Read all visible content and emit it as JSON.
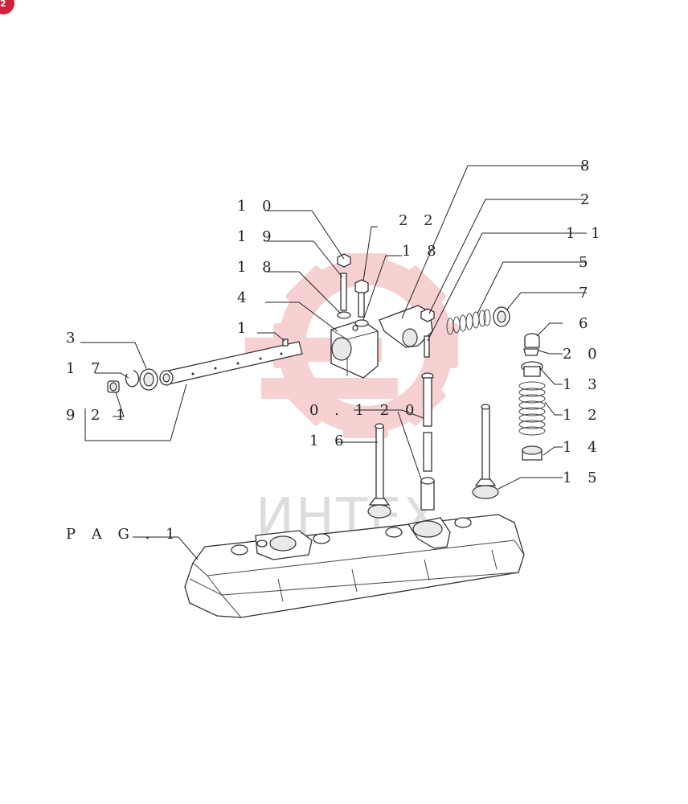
{
  "corner_badge": {
    "text": "2",
    "color": "#d1203a"
  },
  "watermark": {
    "text": "ИНТЕХ",
    "color": "#f6c9c9"
  },
  "callouts": [
    {
      "id": "c10",
      "text": "1 0"
    },
    {
      "id": "c19",
      "text": "1 9"
    },
    {
      "id": "c18a",
      "text": "1 8"
    },
    {
      "id": "c4",
      "text": "4"
    },
    {
      "id": "c1",
      "text": "1"
    },
    {
      "id": "c3",
      "text": "3"
    },
    {
      "id": "c17",
      "text": "1 7"
    },
    {
      "id": "c9",
      "text": "9"
    },
    {
      "id": "c21",
      "text": "2 1"
    },
    {
      "id": "c22",
      "text": "2 2"
    },
    {
      "id": "c18b",
      "text": "1 8"
    },
    {
      "id": "c8",
      "text": "8"
    },
    {
      "id": "c2",
      "text": "2"
    },
    {
      "id": "c11",
      "text": "1 1"
    },
    {
      "id": "c5",
      "text": "5"
    },
    {
      "id": "c7",
      "text": "7"
    },
    {
      "id": "c6",
      "text": "6"
    },
    {
      "id": "c20",
      "text": "2 0"
    },
    {
      "id": "c13",
      "text": "1 3"
    },
    {
      "id": "c12",
      "text": "1 2"
    },
    {
      "id": "c14",
      "text": "1 4"
    },
    {
      "id": "c15",
      "text": "1 5"
    },
    {
      "id": "c0120",
      "text": "0 . 1 2 0"
    },
    {
      "id": "c16",
      "text": "1 6"
    },
    {
      "id": "cpag",
      "text": "P A G . 1"
    }
  ]
}
